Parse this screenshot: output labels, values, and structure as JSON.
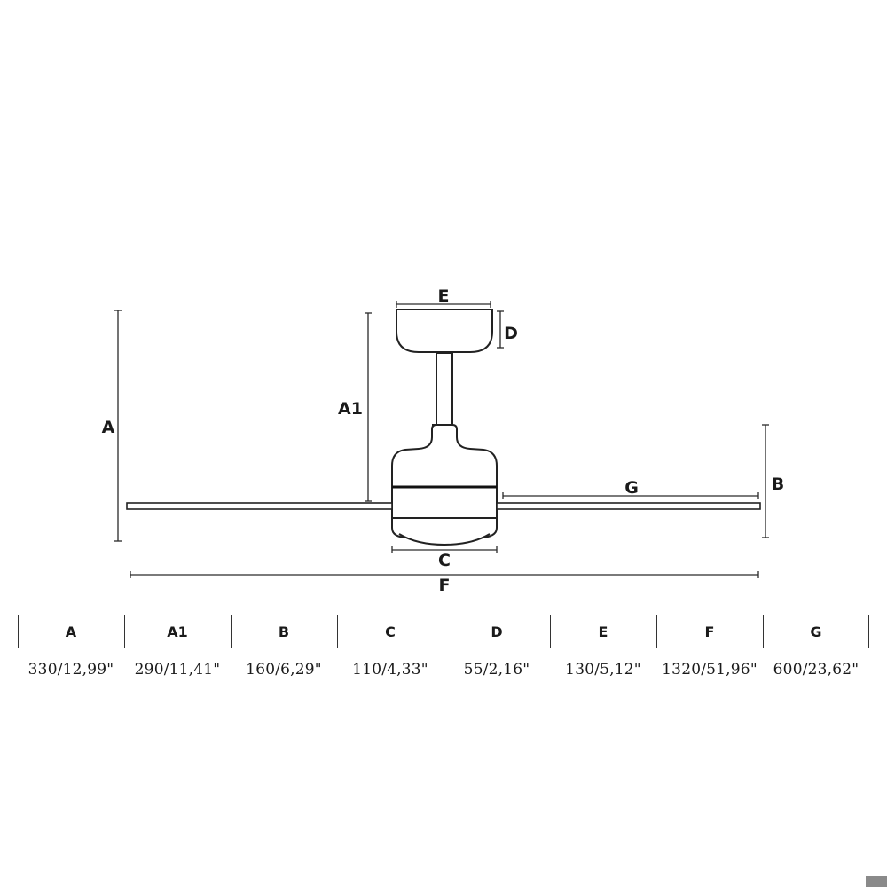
{
  "labels": {
    "A": "A",
    "A1": "A1",
    "B": "B",
    "C": "C",
    "D": "D",
    "E": "E",
    "F": "F",
    "G": "G"
  },
  "table": [
    {
      "key": "A",
      "value": "330/12,99\""
    },
    {
      "key": "A1",
      "value": "290/11,41\""
    },
    {
      "key": "B",
      "value": "160/6,29\""
    },
    {
      "key": "C",
      "value": "110/4,33\""
    },
    {
      "key": "D",
      "value": "55/2,16\""
    },
    {
      "key": "E",
      "value": "130/5,12\""
    },
    {
      "key": "F",
      "value": "1320/51,96\""
    },
    {
      "key": "G",
      "value": "600/23,62\""
    }
  ]
}
